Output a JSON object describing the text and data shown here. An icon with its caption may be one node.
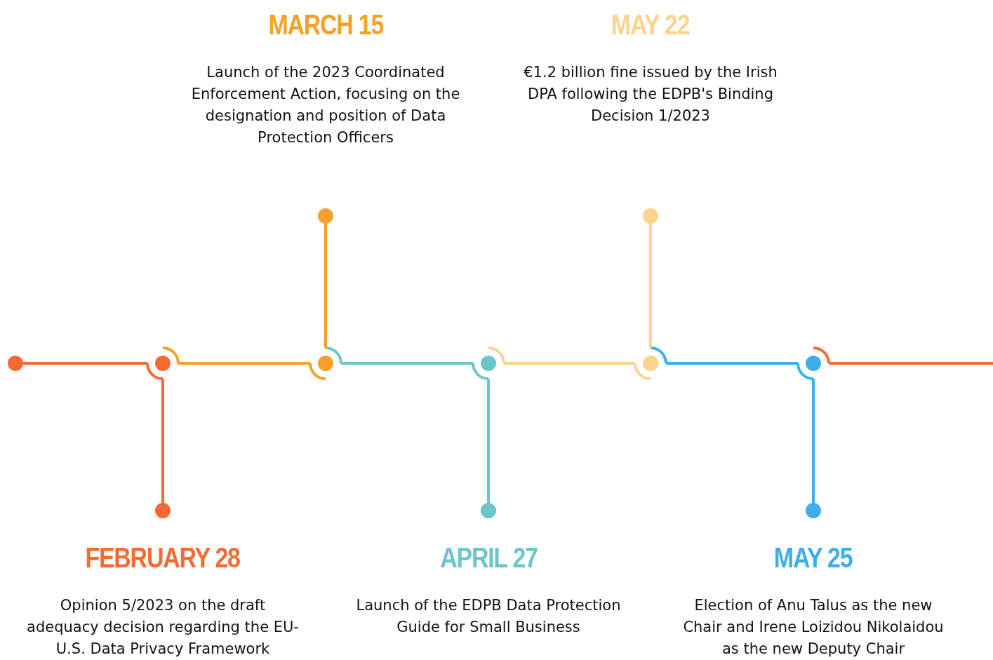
{
  "diagram": {
    "nodes": [
      {
        "text": [
          "MARCH 15",
          "Launch of the 2023 Coordinated Enforcement Action, focusing on the designation and position of Data Protection Officers"
        ]
      },
      {
        "text": [
          "MAY 22",
          "€1.2 billion fine issued by the Irish DPA following the EDPB's Binding Decision 1/2023"
        ]
      },
      {
        "text": [
          "FEBRUARY 28",
          "Opinion 5/2023 on the draft adequacy decision regarding the EU-U.S. Data Privacy Framework"
        ]
      },
      {
        "text": [
          "APRIL 27",
          "Launch of the EDPB Data Protection Guide for Small Business"
        ]
      },
      {
        "text": [
          "MAY 25",
          "Election of Anu Talus as the new Chair and Irene Loizidou Nikolaidou as the new Deputy Chair"
        ]
      }
    ],
    "edges": []
  }
}
